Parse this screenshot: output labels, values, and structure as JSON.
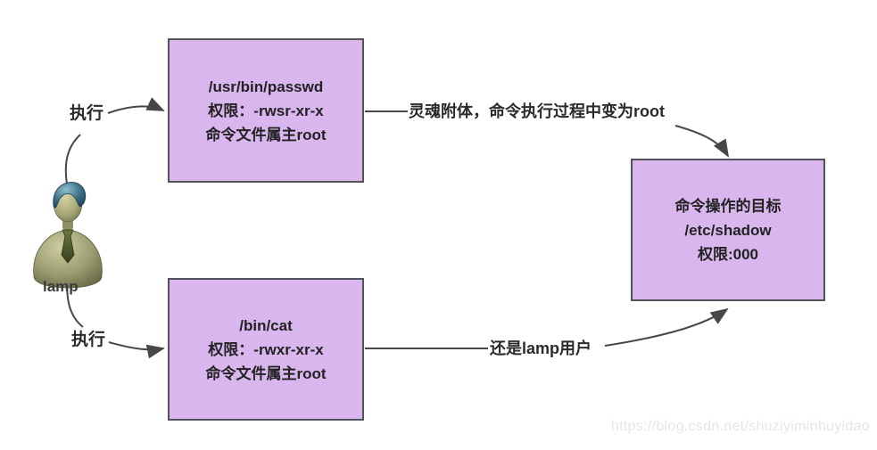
{
  "diagram": {
    "title_context": "SUID permission flow diagram",
    "actor": {
      "label": "lamp"
    },
    "boxes": [
      {
        "id": "passwd",
        "lines": [
          "/usr/bin/passwd",
          "权限：-rwsr-xr-x",
          "命令文件属主root"
        ]
      },
      {
        "id": "cat",
        "lines": [
          "/bin/cat",
          "权限：-rwxr-xr-x",
          "命令文件属主root"
        ]
      },
      {
        "id": "shadow",
        "lines": [
          "命令操作的目标",
          "/etc/shadow",
          "权限:000"
        ]
      }
    ],
    "edges": [
      {
        "from": "lamp",
        "to": "passwd",
        "label": "执行"
      },
      {
        "from": "lamp",
        "to": "cat",
        "label": "执行"
      },
      {
        "from": "passwd",
        "to": "shadow",
        "label": "灵魂附体，命令执行过程中变为root"
      },
      {
        "from": "cat",
        "to": "shadow",
        "label": "还是lamp用户"
      }
    ],
    "colors": {
      "box_fill": "#d9b7ee",
      "box_border": "#52525a",
      "arrow": "#474749",
      "watermark": "#e6e6e6"
    },
    "watermark": "https://blog.csdn.net/shuziyiminhuyidao"
  }
}
